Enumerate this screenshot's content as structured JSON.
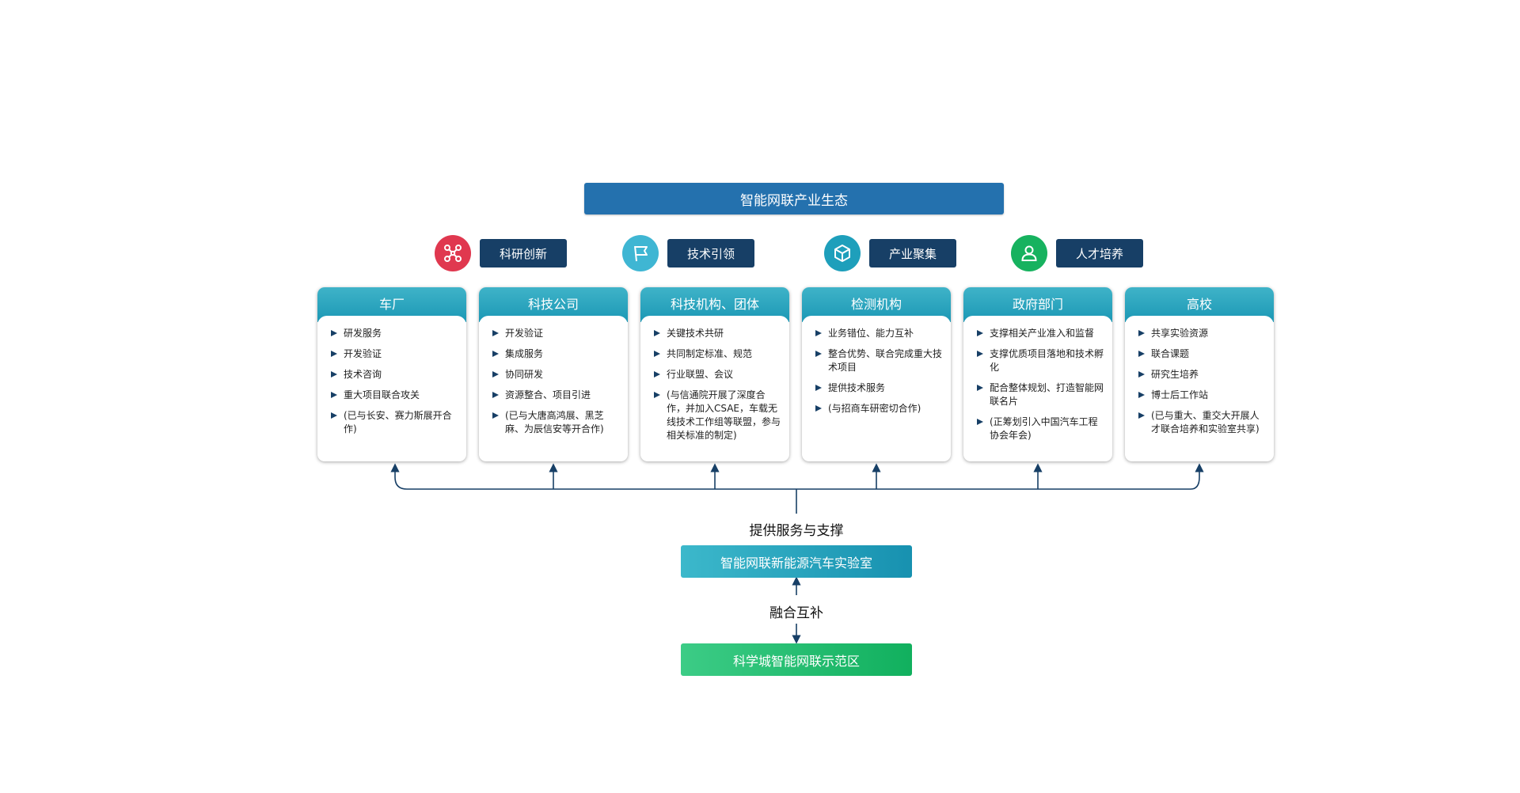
{
  "title": "智能网联产业生态",
  "pillars": [
    {
      "label": "科研创新",
      "icon": "network-nodes-icon",
      "color": "#e0384f"
    },
    {
      "label": "技术引领",
      "icon": "flag-icon",
      "color": "#3fb6d3"
    },
    {
      "label": "产业聚集",
      "icon": "cube-icon",
      "color": "#1e9fbb"
    },
    {
      "label": "人才培养",
      "icon": "person-icon",
      "color": "#17b25f"
    }
  ],
  "cards": [
    {
      "title": "车厂",
      "items": [
        "研发服务",
        "开发验证",
        "技术咨询",
        "重大项目联合攻关",
        "(已与长安、赛力斯展开合作)"
      ]
    },
    {
      "title": "科技公司",
      "items": [
        "开发验证",
        "集成服务",
        "协同研发",
        "资源整合、项目引进",
        "(已与大唐高鸿展、黑芝麻、为辰信安等开合作)"
      ]
    },
    {
      "title": "科技机构、团体",
      "items": [
        "关键技术共研",
        "共同制定标准、规范",
        "行业联盟、会议",
        "(与信通院开展了深度合作，并加入CSAE，车载无线技术工作组等联盟，参与相关标准的制定)"
      ]
    },
    {
      "title": "检测机构",
      "items": [
        "业务错位、能力互补",
        "整合优势、联合完成重大技术项目",
        "提供技术服务",
        "(与招商车研密切合作)"
      ]
    },
    {
      "title": "政府部门",
      "items": [
        "支撑相关产业准入和监督",
        "支撑优质项目落地和技术孵化",
        "配合整体规划、打造智能网联名片",
        "(正筹划引入中国汽车工程协会年会)"
      ]
    },
    {
      "title": "高校",
      "items": [
        "共享实验资源",
        "联合课题",
        "研究生培养",
        "博士后工作站",
        "(已与重大、重交大开展人才联合培养和实验室共享)"
      ]
    }
  ],
  "support_label": "提供服务与支撑",
  "lab": "智能网联新能源汽车实验室",
  "fusion_label": "融合互补",
  "zone": "科学城智能网联示范区",
  "colors": {
    "banner": "#2471ae",
    "pillar_label": "#173f66",
    "card_header": "#1b98b5",
    "connector": "#173f66",
    "zone": "#11b05e"
  }
}
